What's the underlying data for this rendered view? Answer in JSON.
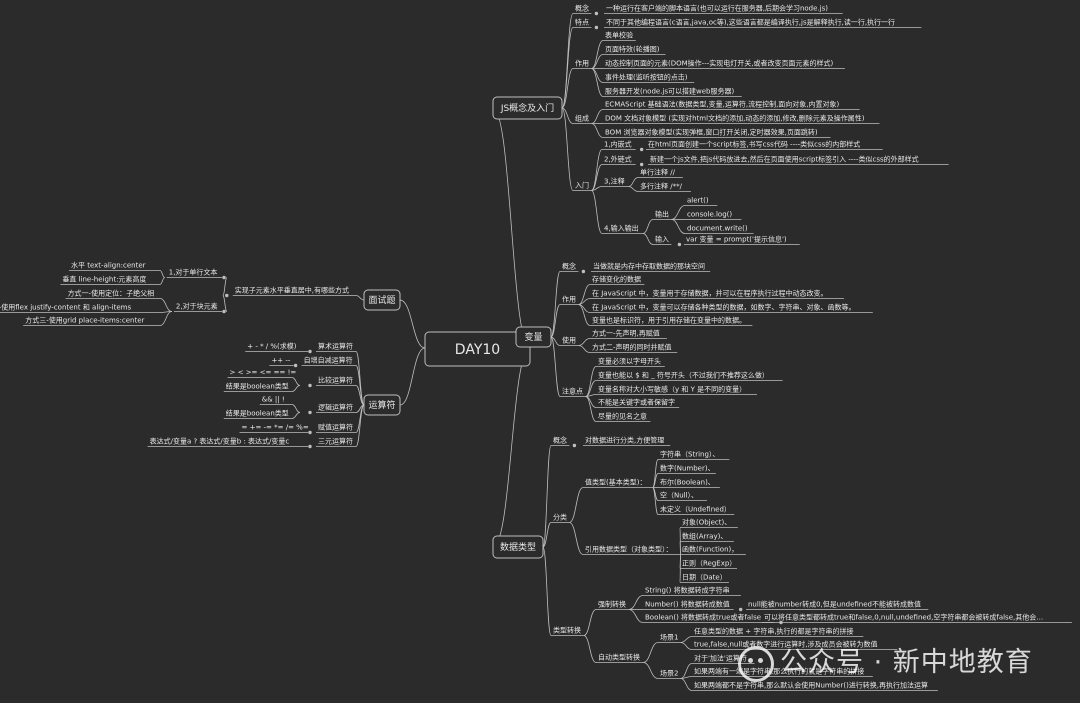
{
  "root": "DAY10",
  "js": {
    "title": "JS概念及入门",
    "concept_label": "概念",
    "concept_text": "一种运行在客户端的脚本语言(也可以运行在服务器,后期会学习node.js)",
    "feature_label": "特点",
    "feature_text": "不同于其他编程语言(c语言,java,oc等),这些语言都是编译执行,js是解释执行,读一行,执行一行",
    "use_label": "作用",
    "uses": [
      "表单校验",
      "页面特效(轮播图)",
      "动态控制页面的元素(DOM操作---实现电灯开关,或者改变页面元素的样式)",
      "事件处理(监听按钮的点击)",
      "服务器开发(node.js可以搭建web服务器)"
    ],
    "comp_label": "组成",
    "comps": [
      "ECMAScript 基础语法(数据类型,变量,运算符,流程控制,面向对象,内置对象)",
      "DOM 文档对象模型 (实现对html文档的添加,动态的添加,修改,删除元素及操作属性)",
      "BOM 浏览器对象模型(实现弹框,窗口打开关闭,定时器效果,页面跳转)"
    ],
    "intro_label": "入门",
    "intro1_label": "1,内嵌式",
    "intro1_text": "在html页面创建一个script标签,书写css代码 ----类似css的内部样式",
    "intro2_label": "2,外链式",
    "intro2_text": "新建一个js文件,把js代码放进去,然后在页面使用script标签引入 ----类似css的外部样式",
    "intro3_label": "3,注释",
    "comments": [
      "单行注释 //",
      "多行注释 /**/"
    ],
    "intro4_label": "4,输入输出",
    "output_label": "输出",
    "outputs": [
      "alert()",
      "console.log()",
      "document.write()"
    ],
    "input_label": "输入",
    "input_text": "var 变量 = prompt('提示信息')"
  },
  "interview": {
    "title": "面试题",
    "question": "实现子元素水平垂直居中,有哪些方式",
    "text_label": "1,对于单行文本",
    "text_items": [
      "水平 text-align:center",
      "垂直 line-height:元素高度"
    ],
    "block_label": "2,对于块元素",
    "block_items": [
      "方式一-使用定位：子绝父相",
      "方式二-使用flex justify-content 和 align-items",
      "方式三-使用grid place-items:center"
    ]
  },
  "operators": {
    "title": "运算符",
    "arith_label": "算术运算符",
    "arith_text": "+ - * / %(求模)",
    "incdec_label": "自增自减运算符",
    "incdec_text": "++ --",
    "compare_label": "比较运算符",
    "compare_text": "> < >= <= == !=",
    "compare_result": "结果是boolean类型",
    "logic_label": "逻辑运算符",
    "logic_text": "&& || !",
    "logic_result": "结果是boolean类型",
    "assign_label": "赋值运算符",
    "assign_text": "= += -= *= /= %=",
    "ternary_label": "三元运算符",
    "ternary_text": "表达式/变量a ? 表达式/变量b : 表达式/变量c"
  },
  "variables": {
    "title": "变量",
    "concept_label": "概念",
    "concept_text": "当做就是内存中存取数据的那块空间",
    "use_label": "作用",
    "uses": [
      "存储变化的数据",
      "在 JavaScript 中，变量用于存储数据，并可以在程序执行过程中动态改变。",
      "在 JavaScript 中，变量可以存储各种类型的数据，如数字、字符串、对象、函数等。",
      "变量也是标识符，用于引用存储在变量中的数据。"
    ],
    "usage_label": "使用",
    "usages": [
      "方式一-先声明,再赋值",
      "方式二-声明的同时并赋值"
    ],
    "notes_label": "注意点",
    "notes": [
      "变量必须以字母开头",
      "变量也能以 $ 和 _ 符号开头（不过我们不推荐这么做）",
      "变量名称对大小写敏感（y 和 Y 是不同的变量）",
      "不能是关键字或者保留字",
      "尽量的见名之意"
    ]
  },
  "datatypes": {
    "title": "数据类型",
    "concept_label": "概念",
    "concept_text": "对数据进行分类,方便管理",
    "classify_label": "分类",
    "primitive_label": "值类型(基本类型)：",
    "primitives": [
      "字符串（String）、",
      "数字(Number)、",
      "布尔(Boolean)、",
      "空（Null）、",
      "未定义（Undefined）"
    ],
    "reference_label": "引用数据类型（对象类型）：",
    "references": [
      "对象(Object)、",
      "数组(Array)、",
      "函数(Function)，",
      "正则（RegExp）",
      "日期（Date）"
    ],
    "convert_label": "类型转换",
    "explicit_label": "强制转换",
    "explicit_string": "String() 将数据转成字符串",
    "explicit_number": "Number() 将数据转成数值",
    "explicit_number_note": "null能被number转成0,但是undefined不能被转成数值",
    "explicit_boolean": "Boolean() 将数据转成true或者false",
    "explicit_boolean_note": "可以将任意类型都转成true和false,0,null,undefined,空字符串都会被转成false,其他会被转成true",
    "implicit_label": "自动类型转换",
    "scene1_label": "场景1",
    "scene1_items": [
      "任意类型的数据 + 字符串,执行的都是字符串的拼接",
      "true,false,null或者数字进行运算时,涉及成员会被转为数值"
    ],
    "scene2_label": "场景2",
    "scene2_head": "对于'加法'运算符",
    "scene2_items": [
      "如果两端有一端是字符串,那么执行的就是字符串的拼接",
      "如果两端都不是字符串,那么默认会使用Number()进行转换,再执行加法运算"
    ]
  },
  "watermark": {
    "text": "公众号 · 新中地教育"
  },
  "colors": {
    "background": "#2b2b2b",
    "line": "#bfbfbf",
    "text": "#e8e8e8",
    "topic_border": "#bfbfbf"
  }
}
